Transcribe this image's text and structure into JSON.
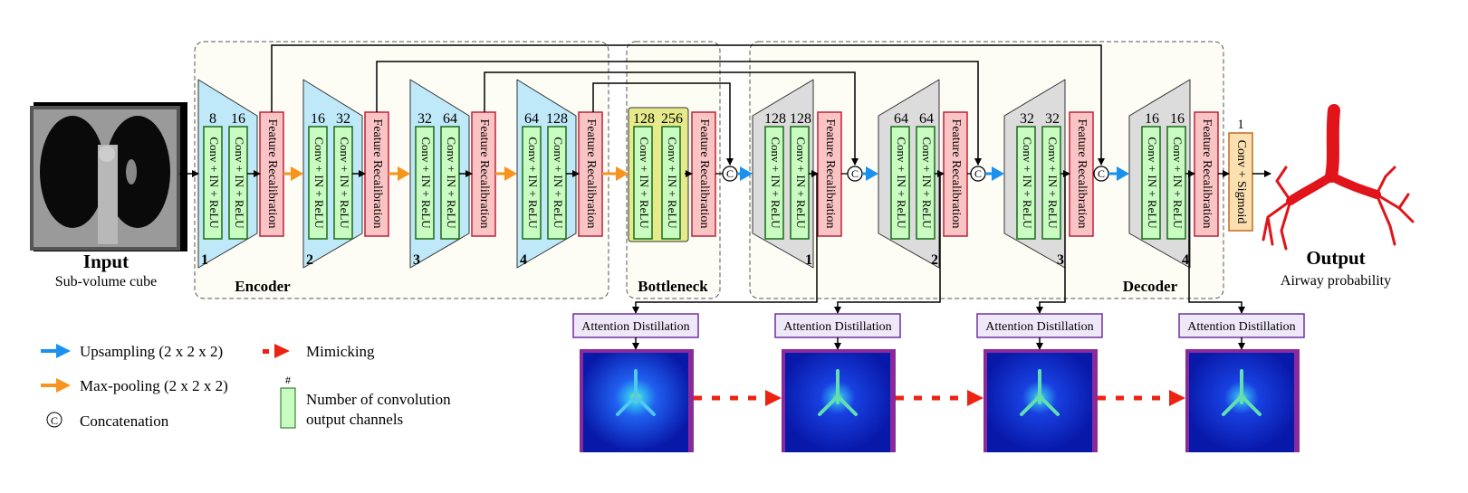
{
  "input": {
    "title": "Input",
    "subtitle": "Sub-volume cube"
  },
  "output": {
    "title": "Output",
    "subtitle": "Airway probability"
  },
  "sections": {
    "encoder": "Encoder",
    "bottleneck": "Bottleneck",
    "decoder": "Decoder"
  },
  "conv_label": "Conv + IN + ReLU",
  "fr_label": "Feature Recalibration",
  "final_conv_label": "Conv + Sigmoid",
  "final_channels": "1",
  "concat_symbol": "C",
  "encoder_blocks": [
    {
      "index": "1",
      "channels": [
        "8",
        "16"
      ]
    },
    {
      "index": "2",
      "channels": [
        "16",
        "32"
      ]
    },
    {
      "index": "3",
      "channels": [
        "32",
        "64"
      ]
    },
    {
      "index": "4",
      "channels": [
        "64",
        "128"
      ]
    }
  ],
  "bottleneck_block": {
    "channels": [
      "128",
      "256"
    ]
  },
  "decoder_blocks": [
    {
      "index": "1",
      "channels": [
        "128",
        "128"
      ]
    },
    {
      "index": "2",
      "channels": [
        "64",
        "64"
      ]
    },
    {
      "index": "3",
      "channels": [
        "32",
        "32"
      ]
    },
    {
      "index": "4",
      "channels": [
        "16",
        "16"
      ]
    }
  ],
  "attention_label": "Attention Distillation",
  "legend": {
    "upsampling": "Upsampling (2 x 2 x 2)",
    "maxpooling": "Max-pooling (2 x 2 x 2)",
    "concatenation": "Concatenation",
    "mimicking": "Mimicking",
    "channels_hash": "#",
    "channels_line1": "Number of convolution",
    "channels_line2": "output channels"
  },
  "colors": {
    "encoder_fill": "#bfe8f8",
    "decoder_fill": "#dcdcdc",
    "bottleneck_fill": "#e6ea8a",
    "conv_fill": "#c8fcc0",
    "conv_stroke": "#1a6a1a",
    "fr_fill": "#fbc4c4",
    "fr_stroke": "#c0203a",
    "sigmoid_fill": "#fde0b0",
    "sigmoid_stroke": "#c06a20",
    "upsample": "#1a90f0",
    "maxpool": "#f7941d",
    "mimic": "#ee2211",
    "attention_fill": "#eee8f8",
    "attention_stroke": "#7030a0",
    "heatmap_frame": "#8a2a9a",
    "panel_bg": "#fdfdf6"
  }
}
